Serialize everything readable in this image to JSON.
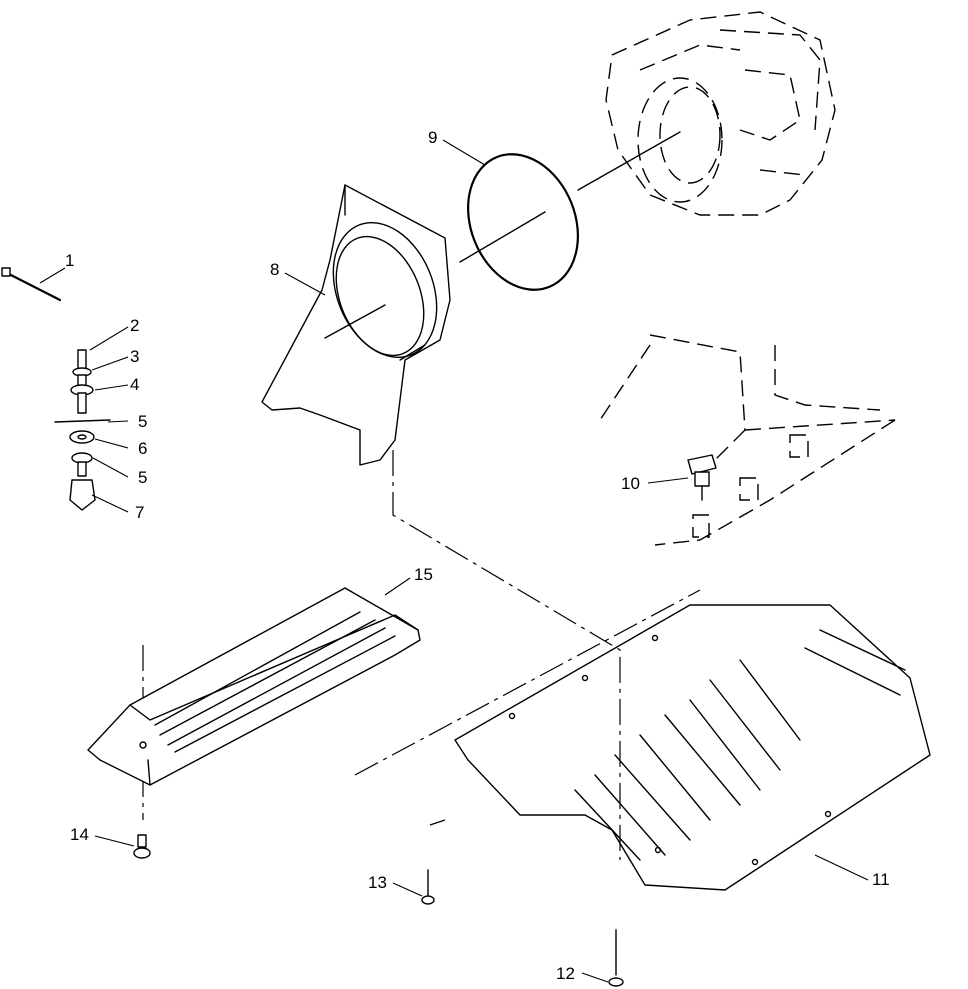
{
  "callouts": {
    "c1": "1",
    "c2": "2",
    "c3": "3",
    "c4": "4",
    "c5a": "5",
    "c6": "6",
    "c5b": "5",
    "c7": "7",
    "c8": "8",
    "c9": "9",
    "c10": "10",
    "c11": "11",
    "c12": "12",
    "c13": "13",
    "c14": "14",
    "c15": "15"
  }
}
